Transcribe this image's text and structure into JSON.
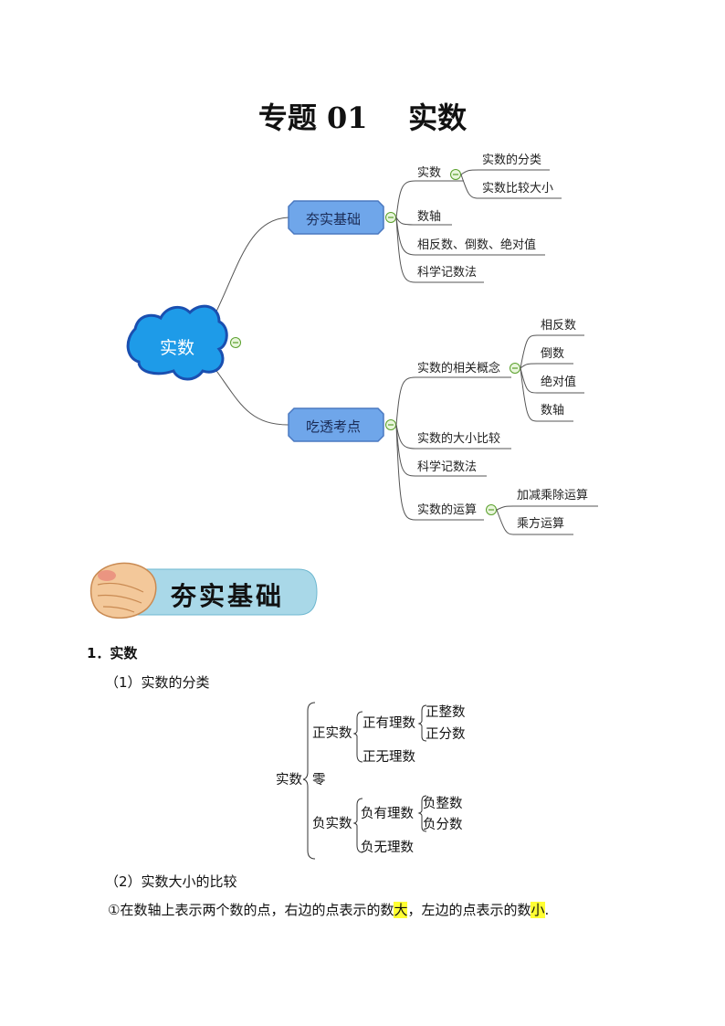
{
  "title": "专题 01    实数",
  "mindmap": {
    "root": "实数",
    "branch1": {
      "label": "夯实基础",
      "children": {
        "shishu": "实数",
        "shishu_fenlei": "实数的分类",
        "shishu_bijiao": "实数比较大小",
        "shuzhou": "数轴",
        "xiangfanshu": "相反数、倒数、绝对值",
        "kexue": "科学记数法"
      }
    },
    "branch2": {
      "label": "吃透考点",
      "children": {
        "gainian": "实数的相关概念",
        "xiangfan": "相反数",
        "daoshu": "倒数",
        "juedui": "绝对值",
        "shuzhou": "数轴",
        "daxiao": "实数的大小比较",
        "kexue": "科学记数法",
        "yunsuan": "实数的运算",
        "jiajian": "加减乘除运算",
        "chengfang": "乘方运算"
      }
    }
  },
  "banner": {
    "label": "夯实基础"
  },
  "content": {
    "section1_title": "1．实数",
    "sub1": "（1）实数的分类",
    "classification": {
      "root": "实数",
      "positive": "正实数",
      "pos_rational": "正有理数",
      "pos_integer": "正整数",
      "pos_fraction": "正分数",
      "pos_irrational": "正无理数",
      "zero": "零",
      "negative": "负实数",
      "neg_rational": "负有理数",
      "neg_integer": "负整数",
      "neg_fraction": "负分数",
      "neg_irrational": "负无理数"
    },
    "sub2": "（2）实数大小的比较",
    "rule1": {
      "part1": "①在数轴上表示两个数的点，右边的点表示的数",
      "hl1": "大",
      "part2": "，左边的点表示的数",
      "hl2": "小",
      "part3": "."
    }
  },
  "colors": {
    "node_fill": "#6fa6ea",
    "node_stroke": "#4a78c0",
    "root_fill": "#1e9be8",
    "root_stroke": "#1a4fb0",
    "collapse_icon": "#5aa02c",
    "banner_fill": "#a9d8e8",
    "highlight": "#ffff33"
  }
}
